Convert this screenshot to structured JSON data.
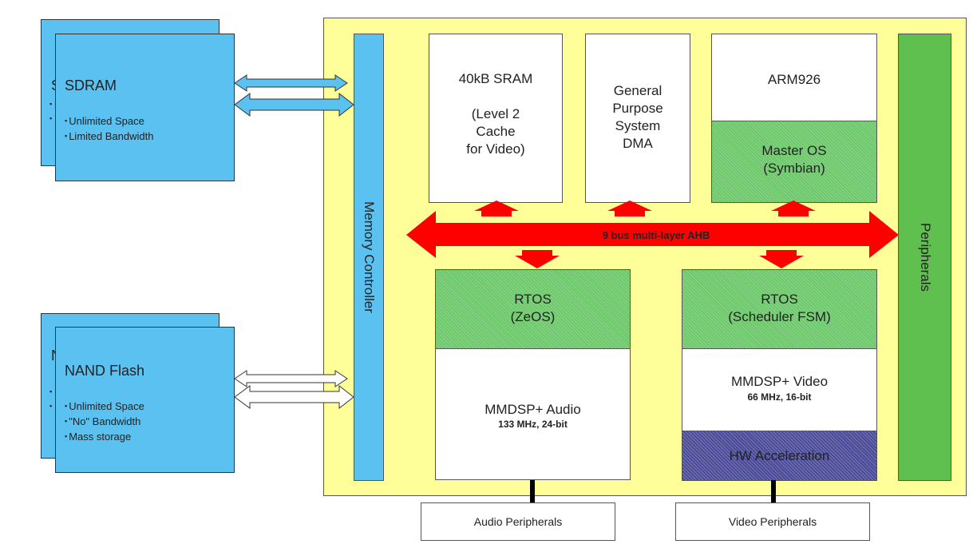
{
  "sdram": {
    "title": "SDRAM",
    "back_letter": "S",
    "bullets": [
      "Unlimited Space",
      "Limited Bandwidth"
    ]
  },
  "nand": {
    "title": "NAND Flash",
    "back_letter": "N",
    "bullets": [
      "Unlimited Space",
      "\"No\" Bandwidth",
      "Mass storage"
    ]
  },
  "memory_controller": "Memory Controller",
  "peripherals": "Peripherals",
  "sram": [
    "40kB SRAM",
    "",
    "(Level 2",
    "Cache",
    "for Video)"
  ],
  "dma": [
    "General",
    "Purpose",
    "System",
    "DMA"
  ],
  "arm": {
    "title": "ARM926",
    "os": [
      "Master OS",
      "(Symbian)"
    ]
  },
  "bus": {
    "label": "9 bus multi-layer AHB"
  },
  "audio": {
    "rtos": [
      "RTOS",
      "(ZeOS)"
    ],
    "dsp": "MMDSP+ Audio",
    "spec": "133 MHz, 24-bit"
  },
  "video": {
    "rtos": [
      "RTOS",
      "(Scheduler FSM)"
    ],
    "dsp": "MMDSP+ Video",
    "spec": "66 MHz, 16-bit",
    "hw": "HW Acceleration"
  },
  "audio_peripherals": "Audio Peripherals",
  "video_peripherals": "Video Peripherals",
  "colors": {
    "chip_blue": "#5bc1f0",
    "soc_yellow": "#ffff99",
    "peripheral_green": "#5fbf4f",
    "rtos_green": "#6cc86a",
    "bus_red": "#ff0000",
    "hw_blue": "#4a4a98"
  }
}
